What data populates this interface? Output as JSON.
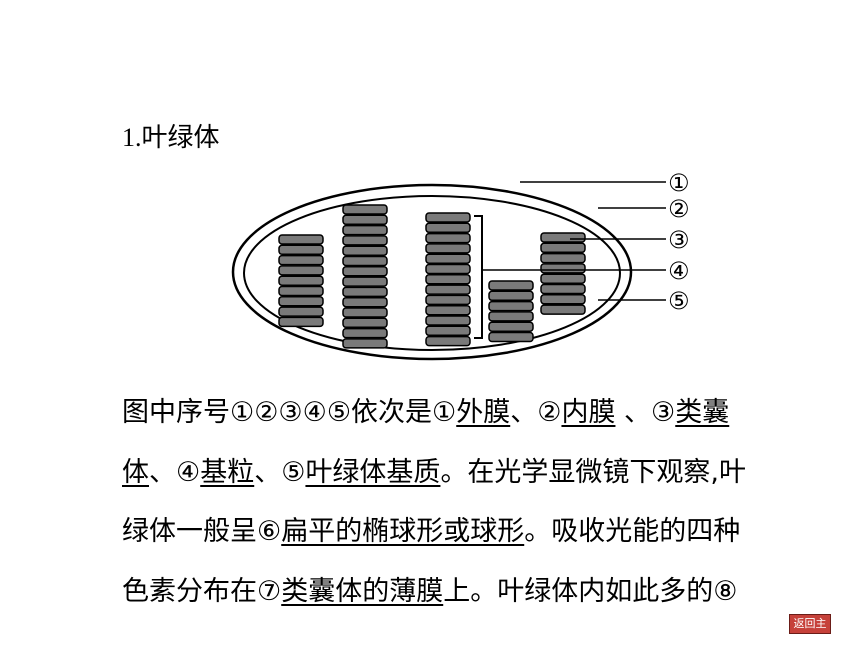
{
  "title": {
    "number": "1.",
    "text": "叶绿体"
  },
  "diagram": {
    "markers": [
      "①",
      "②",
      "③",
      "④",
      "⑤"
    ]
  },
  "paragraph": {
    "l1_a": "图中序号①②③④⑤依次是①",
    "l1_b": "外膜",
    "l1_c": "、②",
    "l1_d": "内膜",
    "l1_e": " 、③",
    "l1_f": "类囊",
    "l2_a": "体",
    "l2_b": "、④",
    "l2_c": "基粒",
    "l2_d": "、⑤",
    "l2_e": "叶绿体基质",
    "l2_f": "。在光学显微镜下观察,叶",
    "l3_a": "绿体一般呈⑥",
    "l3_b": "扁平的椭球形或球形",
    "l3_c": "。吸收光能的四种",
    "l4_a": "色素分布在⑦",
    "l4_b": "类囊体的薄膜",
    "l4_c": "上。叶绿体内如此多的⑧"
  },
  "nav": {
    "home_label": "返回主页"
  }
}
